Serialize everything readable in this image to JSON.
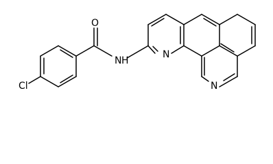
{
  "structure": {
    "atoms": {
      "oxygen": "O",
      "amide_nh": "N",
      "amide_h": "H",
      "chloro_cl": "Cl",
      "ring_n1": "N",
      "ring_n10": "N"
    }
  },
  "colors": {
    "bond": "#000000",
    "label": "#000000",
    "background": "#ffffff"
  }
}
